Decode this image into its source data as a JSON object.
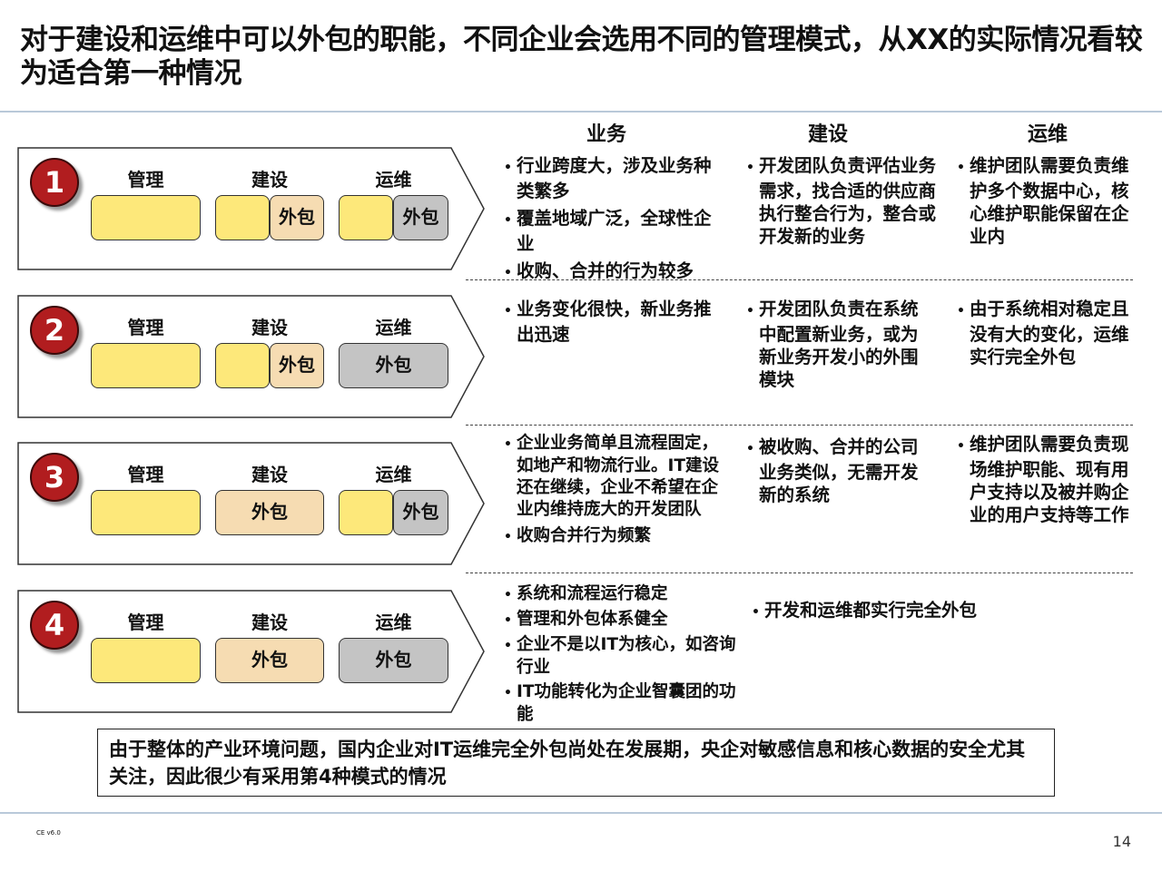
{
  "title": "对于建设和运维中可以外包的职能，不同企业会选用不同的管理模式，从XX的实际情况看较为适合第一种情况",
  "columns": {
    "business": "业务",
    "build": "建设",
    "ops": "运维"
  },
  "labels": {
    "mgmt": "管理",
    "build": "建设",
    "ops": "运维",
    "outsource": "外包"
  },
  "colors": {
    "red": "#b11d1f",
    "yellow": "#fde87a",
    "peach": "#f6dcb2",
    "gray": "#c4c4c4"
  },
  "rows": [
    {
      "num": "1",
      "business": [
        "行业跨度大，涉及业务种类繁多",
        "覆盖地域广泛，全球性企业",
        "收购、合并的行为较多"
      ],
      "build": [
        "开发团队负责评估业务需求，找合适的供应商执行整合行为，整合或开发新的业务"
      ],
      "ops": [
        "维护团队需要负责维护多个数据中心，核心维护职能保留在企业内"
      ]
    },
    {
      "num": "2",
      "business": [
        "业务变化很快，新业务推出迅速"
      ],
      "build": [
        "开发团队负责在系统中配置新业务，或为新业务开发小的外围模块"
      ],
      "ops": [
        "由于系统相对稳定且没有大的变化，运维实行完全外包"
      ]
    },
    {
      "num": "3",
      "business": [
        "企业业务简单且流程固定，如地产和物流行业。IT建设还在继续，企业不希望在企业内维持庞大的开发团队",
        "收购合并行为频繁"
      ],
      "build": [
        "被收购、合并的公司业务类似，无需开发新的系统"
      ],
      "ops": [
        "维护团队需要负责现场维护职能、现有用户支持以及被并购企业的用户支持等工作"
      ]
    },
    {
      "num": "4",
      "business": [
        "系统和流程运行稳定",
        "管理和外包体系健全",
        "企业不是以IT为核心，如咨询行业",
        "IT功能转化为企业智囊团的功能"
      ],
      "build_ops": [
        "开发和运维都实行完全外包"
      ]
    }
  ],
  "note": "由于整体的产业环境问题，国内企业对IT运维完全外包尚处在发展期，央企对敏感信息和核心数据的安全尤其关注，因此很少有采用第4种模式的情况",
  "footer": "CE v6.0",
  "page_number": "14"
}
